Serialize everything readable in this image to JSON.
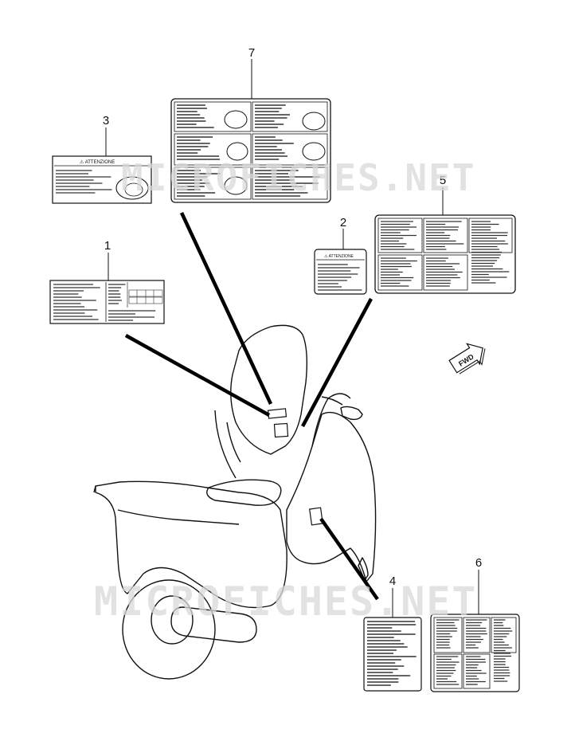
{
  "callouts": {
    "label_1": "1",
    "label_2": "2",
    "label_3": "3",
    "label_4": "4",
    "label_5": "5",
    "label_6": "6",
    "label_7": "7"
  },
  "warning_labels": {
    "label_3_heading": "⚠ ATTENZIONE",
    "label_2_heading": "⚠ ATTENZIONE"
  },
  "direction_badge": "FWD",
  "watermark": "MICROFICHES.NET"
}
